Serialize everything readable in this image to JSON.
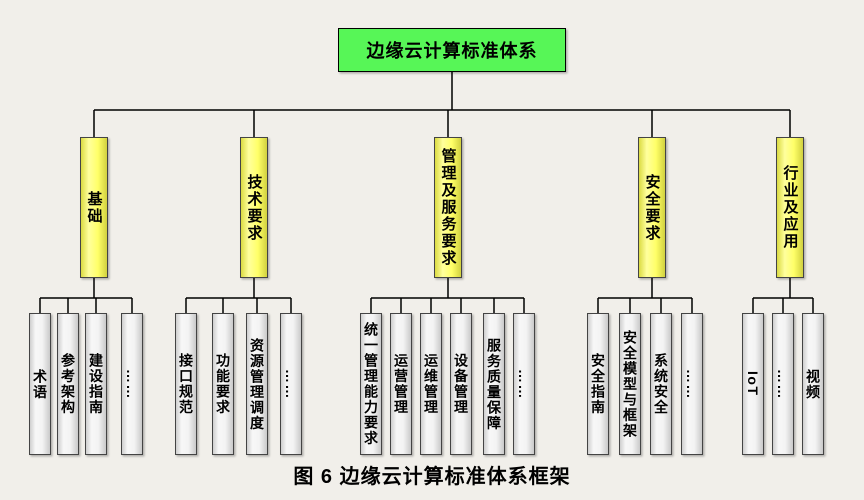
{
  "diagram": {
    "root": "边缘云计算标准体系",
    "caption": "图 6 边缘云计算标准体系框架",
    "groups": [
      {
        "label": "基础",
        "children": [
          "术语",
          "参考架构",
          "建设指南",
          "……"
        ]
      },
      {
        "label": "技术要求",
        "children": [
          "接口规范",
          "功能要求",
          "资源管理调度",
          "……"
        ]
      },
      {
        "label": "管理及服务要求",
        "children": [
          "统一管理能力要求",
          "运营管理",
          "运维管理",
          "设备管理",
          "服务质量保障",
          "……"
        ]
      },
      {
        "label": "安全要求",
        "children": [
          "安全指南",
          "安全模型与框架",
          "系统安全",
          "……"
        ]
      },
      {
        "label": "行业及应用",
        "children": [
          "IoT",
          "……",
          "视频"
        ]
      }
    ],
    "colors": {
      "background": "#F1EFEA",
      "root_fill": "#57F657",
      "root_border": "#000000",
      "category_fill": "#FFFF4D",
      "leaf_fill": "#EDEDED",
      "line": "#000000",
      "text": "#000000"
    }
  }
}
